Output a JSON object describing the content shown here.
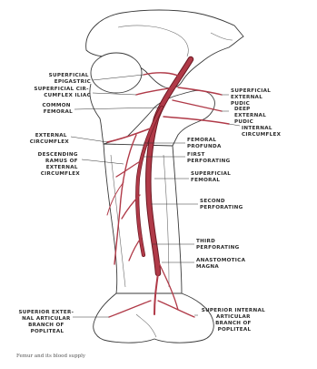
{
  "labels": {
    "superficial_epigastric": [
      "SUPERFICIAL",
      "EPIGASTRIC"
    ],
    "superficial_circumflex_iliac": [
      "SUPERFICIAL CIR-",
      "CUMFLEX ILIAC"
    ],
    "common_femoral": [
      "COMMON",
      "FEMORAL"
    ],
    "external_circumflex": [
      "EXTERNAL",
      "CIRCUMFLEX"
    ],
    "descending_ramus": [
      "DESCENDING",
      "RAMUS OF",
      "EXTERNAL",
      "CIRCUMFLEX"
    ],
    "superficial_external_pudic": [
      "SUPERFICIAL",
      "EXTERNAL",
      "PUDIC"
    ],
    "deep_external_pudic": [
      "DEEP",
      "EXTERNAL",
      "PUDIC"
    ],
    "internal_circumflex": [
      "INTERNAL",
      "CIRCUMFLEX"
    ],
    "femoral_profunda": [
      "FEMORAL",
      "PROFUNDA"
    ],
    "first_perforating": [
      "FIRST",
      "PERFORATING"
    ],
    "superficial_femoral": [
      "SUPERFICIAL",
      "FEMORAL"
    ],
    "second_perforating": [
      "SECOND",
      "PERFORATING"
    ],
    "third_perforating": [
      "THIRD",
      "PERFORATING"
    ],
    "anastomotica_magna": [
      "ANASTOMOTICA",
      "MAGNA"
    ],
    "superior_external_articular": [
      "SUPERIOR EXTER-",
      "NAL ARTICULAR",
      "BRANCH OF",
      "POPLITEAL"
    ],
    "superior_internal_articular": [
      "SUPERIOR INTERNAL",
      "ARTICULAR",
      "BRANCH OF",
      "POPLITEAL"
    ]
  },
  "caption": "Femur and its blood supply",
  "colors": {
    "artery": "#b03a48",
    "artery_dark": "#6b1822",
    "bone_outline": "#3a3a3a"
  }
}
